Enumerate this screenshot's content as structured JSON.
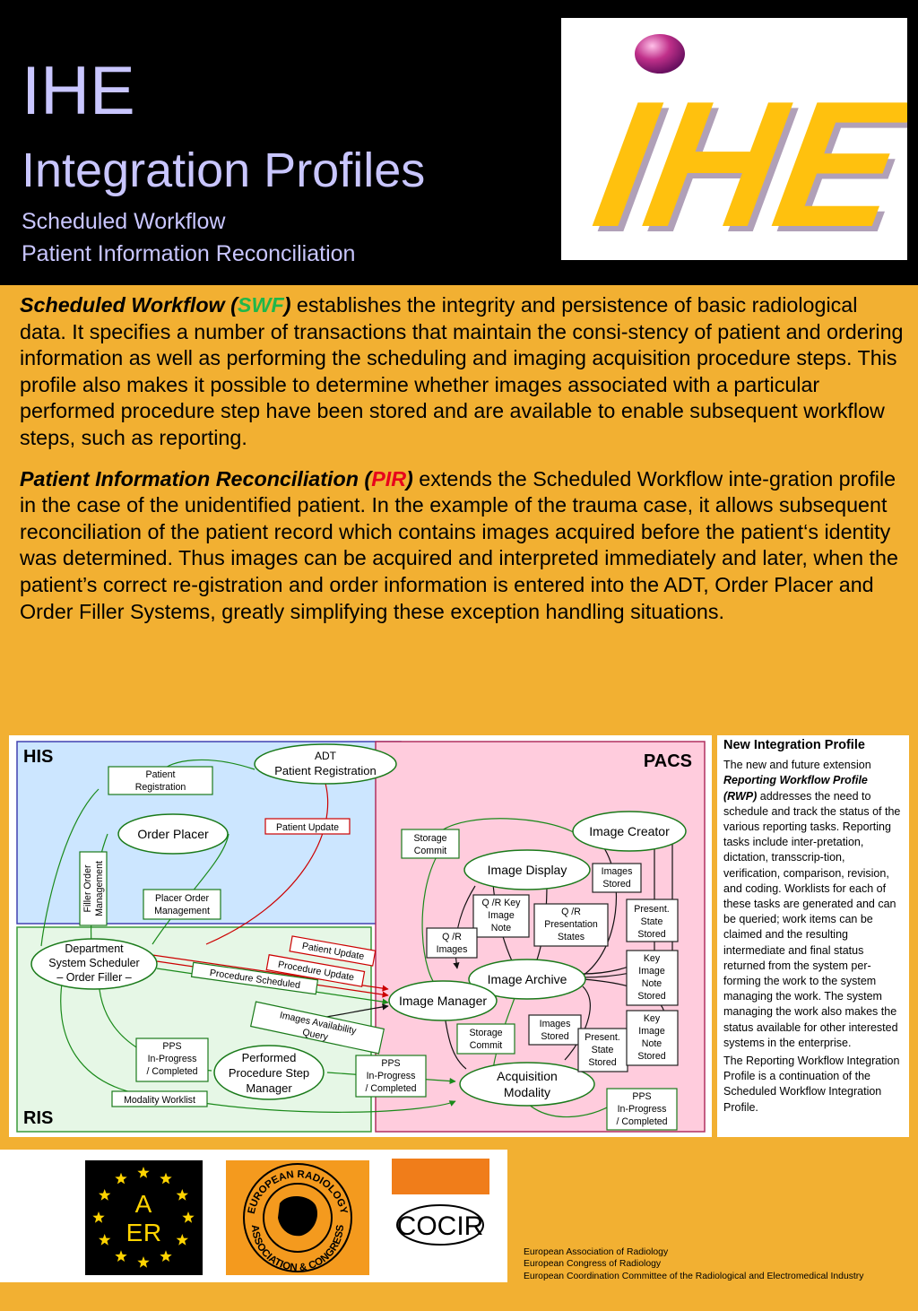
{
  "header": {
    "title": "IHE",
    "subtitle": "Integration Profiles",
    "line1": "Scheduled Workflow",
    "line2": "Patient Information Reconciliation",
    "logo_text": "IHE"
  },
  "intro": {
    "p1_title_a": "Scheduled Workflow (",
    "p1_abbr": "SWF",
    "p1_title_b": ")",
    "p1_body": " establishes the integrity and persistence of basic radiological data. It specifies a number of transactions that maintain the consi-stency of patient and ordering information as well as performing the scheduling and imaging acquisition procedure steps. This profile also makes it possible to determine whether images associated with a particular performed procedure step have been stored and are available to enable subsequent workflow steps, such as reporting.",
    "p2_title_a": "Patient Information Reconciliation (",
    "p2_abbr": "PIR",
    "p2_title_b": ")",
    "p2_body": " extends the Scheduled Workflow inte-gration profile in the case of the unidentified patient. In the example of the trauma case, it allows subsequent reconciliation of the patient record which contains images acquired before the patient‘s identity was determined. Thus images can be acquired and interpreted immediately and later, when the patient’s correct re-gistration and order information is entered into the ADT, Order Placer and Order Filler Systems, greatly simplifying these exception handling situations."
  },
  "diagram": {
    "regions": {
      "his": "HIS",
      "ris": "RIS",
      "pacs": "PACS"
    },
    "actors": {
      "adt": [
        "ADT",
        "Patient Registration"
      ],
      "order_placer": "Order Placer",
      "dss": [
        "Department",
        "System Scheduler",
        "– Order Filler –"
      ],
      "ppsm": [
        "Performed",
        "Procedure Step",
        "Manager"
      ],
      "image_creator": "Image Creator",
      "image_display": "Image Display",
      "image_archive": "Image Archive",
      "image_manager": "Image Manager",
      "acquisition": [
        "Acquisition",
        "Modality"
      ]
    },
    "transactions": {
      "patient_registration": [
        "Patient",
        "Registration"
      ],
      "patient_update_1": "Patient Update",
      "placer_order": [
        "Placer Order",
        "Management"
      ],
      "filler_order": [
        "Filler Order",
        "Management"
      ],
      "patient_update_2": "Patient Update",
      "procedure_update": "Procedure Update",
      "procedure_scheduled": "Procedure Scheduled",
      "images_availability": [
        "Images Availability",
        "Query"
      ],
      "pps_ris": [
        "PPS",
        "In-Progress",
        "/ Completed"
      ],
      "modality_worklist": "Modality Worklist",
      "pps_mid": [
        "PPS",
        "In-Progress",
        "/ Completed"
      ],
      "pps_right": [
        "PPS",
        "In-Progress",
        "/ Completed"
      ],
      "storage_commit_top": [
        "Storage",
        "Commit"
      ],
      "storage_commit_bot": [
        "Storage",
        "Commit"
      ],
      "images_stored_top": [
        "Images",
        "Stored"
      ],
      "images_stored_bot": [
        "Images",
        "Stored"
      ],
      "qr_key": [
        "Q /R Key",
        "Image",
        "Note"
      ],
      "qr_pres": [
        "Q /R",
        "Presentation",
        "States"
      ],
      "qr_images": [
        "Q /R",
        "Images"
      ],
      "pres_state_top": [
        "Present.",
        "State",
        "Stored"
      ],
      "key_note_top": [
        "Key",
        "Image",
        "Note",
        "Stored"
      ],
      "key_note_bot": [
        "Key",
        "Image",
        "Note",
        "Stored"
      ],
      "pres_state_bot": [
        "Present.",
        "State",
        "Stored"
      ]
    }
  },
  "side": {
    "title": "New Integration Profile",
    "p1_a": "The new and future extension ",
    "p1_bi": "Reporting Workflow Profile (RWP)",
    "p1_b": " addresses the need to schedule and track the status of the various reporting tasks. Reporting tasks include inter-pretation, dictation, transscrip-tion, verification, comparison, revision, and coding.  Worklists for each of these tasks are generated and can be queried; work items can be claimed and the resulting intermediate and final status returned from the system per-forming the work to the system managing the work. The system managing the work also makes the status available for other interested systems in the enterprise.",
    "p2": "The Reporting Workflow Integration Profile is a continuation of the Scheduled Workflow Integration Profile."
  },
  "logos": {
    "aer_letters": [
      "A",
      "E",
      "R"
    ],
    "ear_ring_top": "EUROPEAN RADIOLOGY",
    "ear_ring_bottom": "ASSOCIATION & CONGRESS",
    "cocir": "COCIR"
  },
  "footer": {
    "line1": "European Association of Radiology",
    "line2": "European Congress of Radiology",
    "line3": "European Coordination Committee of the Radiological and Electromedical Industry"
  },
  "colors": {
    "background": "#f2b032",
    "title": "#c9c6ff",
    "his_fill": "#cce6ff",
    "ris_fill": "#e6f7e6",
    "pacs_fill": "#ffccdd",
    "swf": "#20b74a",
    "pir": "#e8001c",
    "logo_yellow": "#ffc10e"
  }
}
